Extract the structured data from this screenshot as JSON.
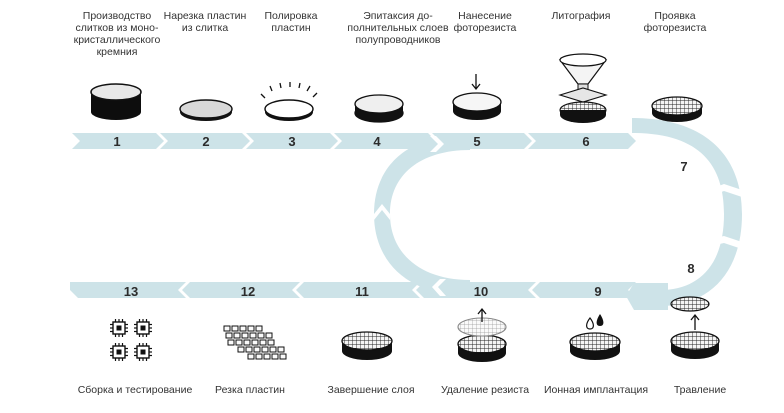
{
  "colors": {
    "arrow": "#cde3e8",
    "stroke": "#1f1f1f",
    "ink": "#333333"
  },
  "steps": [
    {
      "n": "1",
      "label": "Производство\nслитков из моно-\nкристаллического\nкремния",
      "icon": "silicon-ingot-icon"
    },
    {
      "n": "2",
      "label": "Нарезка пластин\nиз слитка",
      "icon": "wafer-disc-icon"
    },
    {
      "n": "3",
      "label": "Полировка\nпластин",
      "icon": "polished-wafer-icon"
    },
    {
      "n": "4",
      "label": "Эпитаксия до-\nполнительных слоев\nполупроводников",
      "icon": "epitaxy-wafer-icon"
    },
    {
      "n": "5",
      "label": "Нанесение\nфоторезиста",
      "icon": "photoresist-wafer-icon"
    },
    {
      "n": "6",
      "label": "Литография",
      "icon": "lithography-icon"
    },
    {
      "n": "7",
      "label": "Проявка\nфоторезиста",
      "icon": "developed-wafer-icon"
    },
    {
      "n": "8",
      "label": "Травление",
      "icon": "etching-icon"
    },
    {
      "n": "9",
      "label": "Ионная имплантация",
      "icon": "ion-implant-icon"
    },
    {
      "n": "10",
      "label": "Удаление резиста",
      "icon": "resist-removal-icon"
    },
    {
      "n": "11",
      "label": "Завершение слоя",
      "icon": "layer-complete-icon"
    },
    {
      "n": "12",
      "label": "Резка пластин",
      "icon": "wafer-dicing-icon"
    },
    {
      "n": "13",
      "label": "Сборка и тестирование",
      "icon": "chip-assembly-icon"
    }
  ]
}
